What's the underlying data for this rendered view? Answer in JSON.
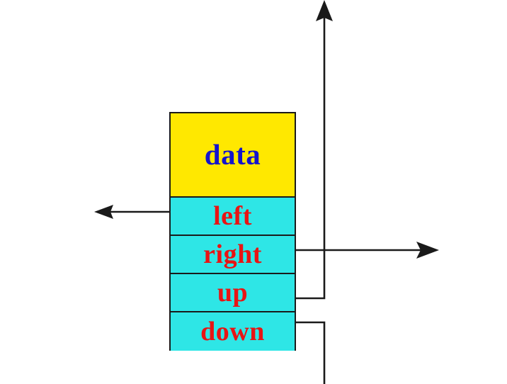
{
  "diagram": {
    "title": "quad-linked-list-node",
    "type": "node-structure-diagram",
    "colors": {
      "data_fill": "#FFE800",
      "pointer_fill": "#2EE6E6",
      "data_text": "#1414CC",
      "pointer_text": "#E81414",
      "stroke": "#1A1A1A",
      "background": "#FFFFFF"
    },
    "node": {
      "name": "node-box",
      "fields": [
        {
          "key": "data",
          "label": "data",
          "kind": "data",
          "fill": "#FFE800",
          "text_color": "#1414CC"
        },
        {
          "key": "left",
          "label": "left",
          "kind": "pointer",
          "fill": "#2EE6E6",
          "text_color": "#E81414"
        },
        {
          "key": "right",
          "label": "right",
          "kind": "pointer",
          "fill": "#2EE6E6",
          "text_color": "#E81414"
        },
        {
          "key": "up",
          "label": "up",
          "kind": "pointer",
          "fill": "#2EE6E6",
          "text_color": "#E81414"
        },
        {
          "key": "down",
          "label": "down",
          "kind": "pointer",
          "fill": "#2EE6E6",
          "text_color": "#E81414"
        }
      ]
    },
    "connectors": [
      {
        "name": "left-pointer-arrow",
        "from_field": "left",
        "direction": "left",
        "has_arrowhead": true
      },
      {
        "name": "right-pointer-arrow",
        "from_field": "right",
        "direction": "right",
        "has_arrowhead": true
      },
      {
        "name": "up-pointer-arrow",
        "from_field": "up",
        "direction": "up",
        "has_arrowhead": true
      },
      {
        "name": "down-pointer-line",
        "from_field": "down",
        "direction": "down",
        "has_arrowhead": false
      }
    ]
  }
}
